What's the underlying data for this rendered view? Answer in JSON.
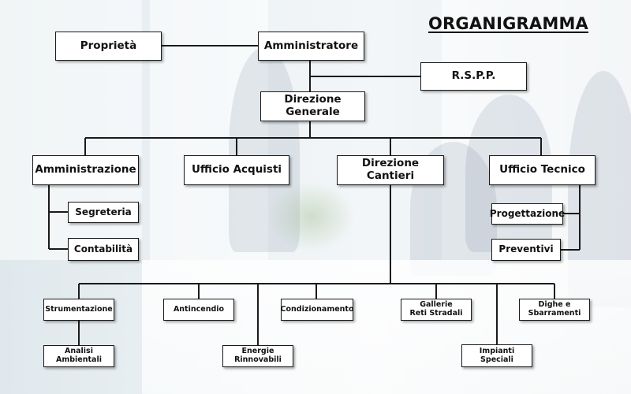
{
  "title": "ORGANIGRAMMA",
  "nodes": {
    "proprieta": "Proprietà",
    "amministratore": "Amministratore",
    "rspp": "R.S.P.P.",
    "direzione_generale": "Direzione\nGenerale",
    "amministrazione": "Amministrazione",
    "ufficio_acquisti": "Ufficio Acquisti",
    "direzione_cantieri": "Direzione Cantieri",
    "ufficio_tecnico": "Ufficio Tecnico",
    "segreteria": "Segreteria",
    "contabilita": "Contabilità",
    "progettazione": "Progettazione",
    "preventivi": "Preventivi",
    "strumentazione": "Strumentazione",
    "analisi_ambientali": "Analisi\nAmbientali",
    "antincendio": "Antincendio",
    "energie_rinnovabili": "Energie\nRinnovabili",
    "condizionamento": "Condizionamento",
    "gallerie_reti_stradali": "Gallerie\nReti Stradali",
    "impianti_speciali": "Impianti\nSpeciali",
    "dighe_sbarramenti": "Dighe e\nSbarramenti"
  },
  "colors": {
    "line": "#1a1a1a",
    "box_fill": "#ffffff",
    "box_border": "#1a1a1a"
  }
}
